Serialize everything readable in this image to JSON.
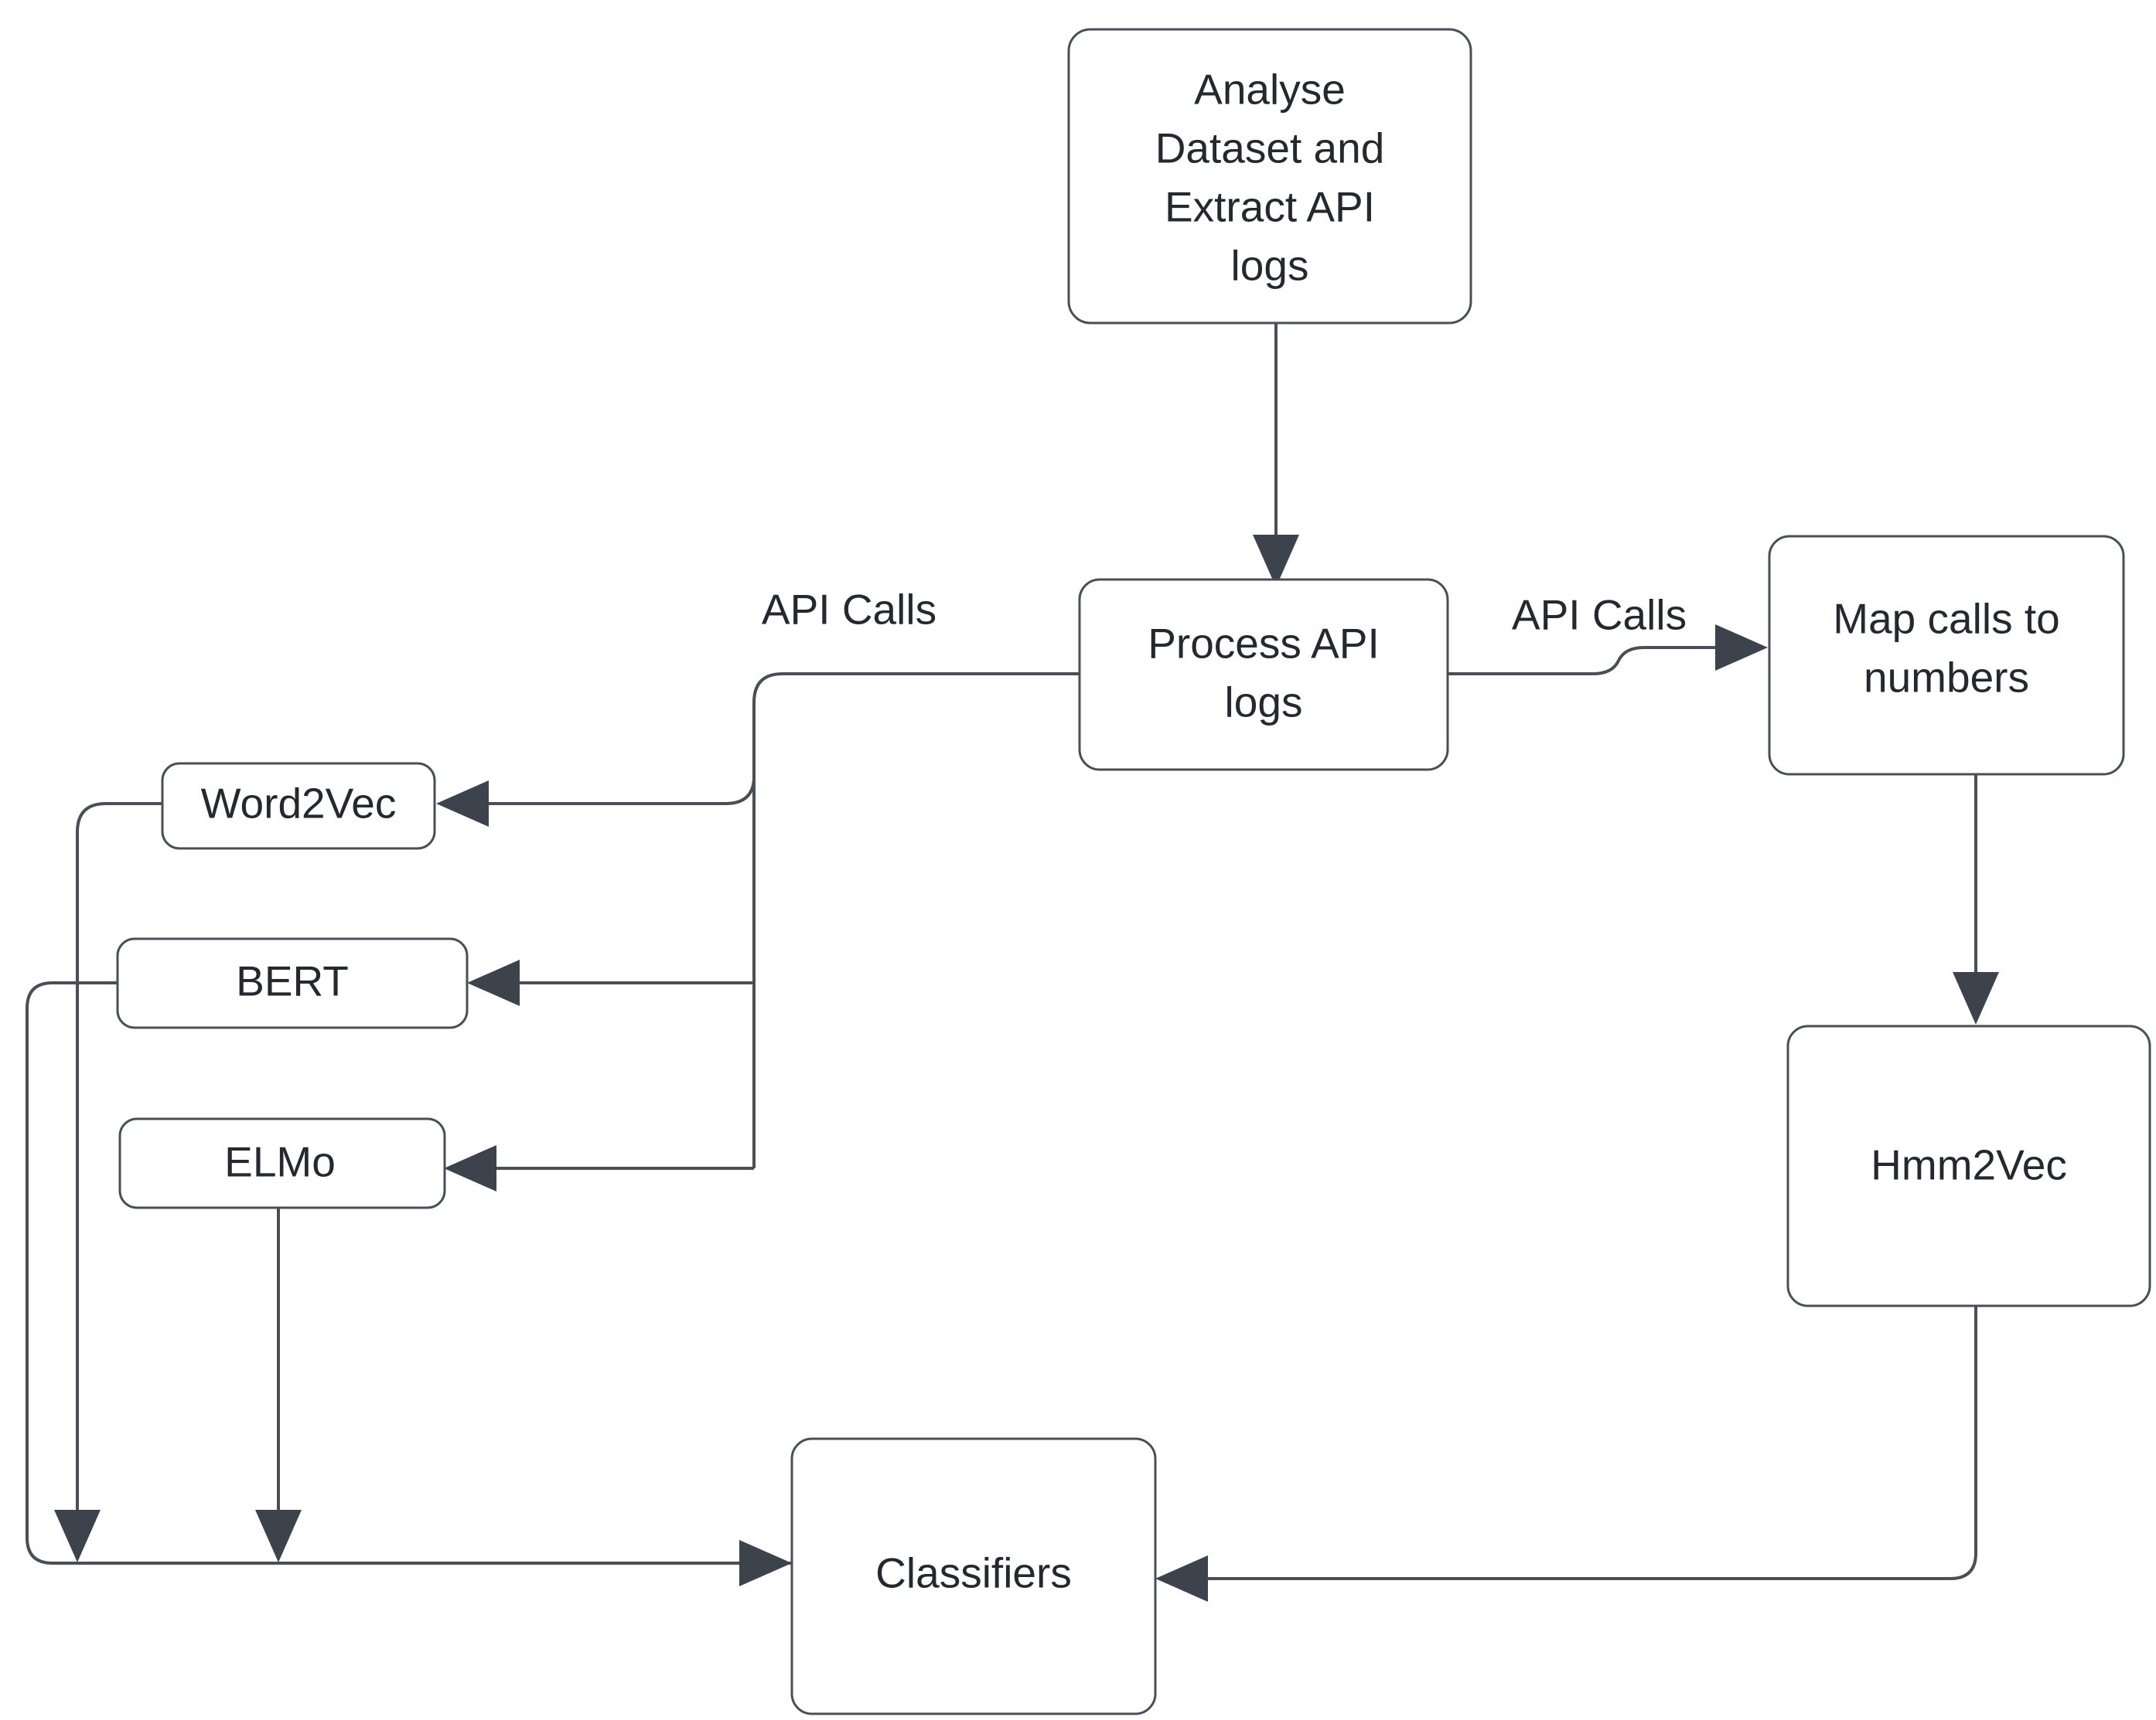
{
  "diagram": {
    "title": "API log processing and embedding pipeline flowchart",
    "type": "flowchart",
    "colors": {
      "background": "#ffffff",
      "node_stroke": "#4a4f57",
      "node_fill": "#ffffff",
      "edge_stroke": "#4a4f57",
      "arrow_fill": "#3d434d",
      "text": "#24292f"
    },
    "nodes": [
      {
        "id": "analyse",
        "label_lines": [
          "Analyse",
          "Dataset and",
          "Extract API",
          "logs"
        ]
      },
      {
        "id": "process",
        "label_lines": [
          "Process API",
          "logs"
        ]
      },
      {
        "id": "map_calls",
        "label_lines": [
          "Map calls to",
          "numbers"
        ]
      },
      {
        "id": "word2vec",
        "label_lines": [
          "Word2Vec"
        ]
      },
      {
        "id": "bert",
        "label_lines": [
          "BERT"
        ]
      },
      {
        "id": "elmo",
        "label_lines": [
          "ELMo"
        ]
      },
      {
        "id": "hmm2vec",
        "label_lines": [
          "Hmm2Vec"
        ]
      },
      {
        "id": "classifiers",
        "label_lines": [
          "Classifiers"
        ]
      }
    ],
    "edge_labels": [
      {
        "id": "api_calls_left",
        "text": "API Calls"
      },
      {
        "id": "api_calls_right",
        "text": "API Calls"
      }
    ],
    "edges": [
      {
        "from": "analyse",
        "to": "process",
        "label": ""
      },
      {
        "from": "process",
        "to": "map_calls",
        "label": "API Calls"
      },
      {
        "from": "process",
        "to": "word2vec",
        "label": "API Calls"
      },
      {
        "from": "process",
        "to": "bert",
        "label": ""
      },
      {
        "from": "process",
        "to": "elmo",
        "label": ""
      },
      {
        "from": "map_calls",
        "to": "hmm2vec",
        "label": ""
      },
      {
        "from": "word2vec",
        "to": "classifiers",
        "label": ""
      },
      {
        "from": "bert",
        "to": "classifiers",
        "label": ""
      },
      {
        "from": "elmo",
        "to": "classifiers",
        "label": ""
      },
      {
        "from": "hmm2vec",
        "to": "classifiers",
        "label": ""
      }
    ]
  }
}
